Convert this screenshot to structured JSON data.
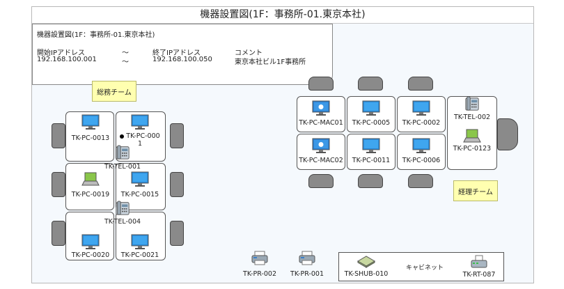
{
  "title": "機器設置図(1F：事務所-01.東京本社)",
  "info": {
    "title": "機器設置図(1F：事務所-01.東京本社)",
    "start_label": "開始IPアドレス",
    "start_value": "192.168.100.001",
    "tilde": "～",
    "end_label": "終了IPアドレス",
    "end_value": "192.168.100.050",
    "comment_label": "コメント",
    "comment_value": "東京本社ビル1F事務所"
  },
  "groups": {
    "soumu": "総務チーム",
    "keiri": "経理チーム"
  },
  "devices": {
    "pc0013": "TK-PC-0013",
    "pc0001": "TK-PC-000",
    "pc0001_tail": "1",
    "tel001": "TK-TEL-001",
    "pc0019": "TK-PC-0019",
    "pc0015": "TK-PC-0015",
    "tel004": "TK-TEL-004",
    "pc0020": "TK-PC-0020",
    "pc0021": "TK-PC-0021",
    "mac01": "TK-PC-MAC01",
    "pc0005": "TK-PC-0005",
    "pc0002": "TK-PC-0002",
    "tel002": "TK-TEL-002",
    "mac02": "TK-PC-MAC02",
    "pc0011": "TK-PC-0011",
    "pc0006": "TK-PC-0006",
    "pc0123": "TK-PC-0123",
    "pr002": "TK-PR-002",
    "pr001": "TK-PR-001",
    "shub010": "TK-SHUB-010",
    "cabinet": "キャビネット",
    "rt087": "TK-RT-087"
  },
  "colors": {
    "frame_bg": "#f5f9fd",
    "label_bg": "#ffffb0",
    "chair": "#8a8a8a",
    "monitor": "#2a8ad8"
  },
  "icons": [
    "monitor-icon",
    "mac-icon",
    "laptop-icon",
    "phone-icon",
    "printer-icon",
    "hub-icon",
    "router-icon"
  ]
}
